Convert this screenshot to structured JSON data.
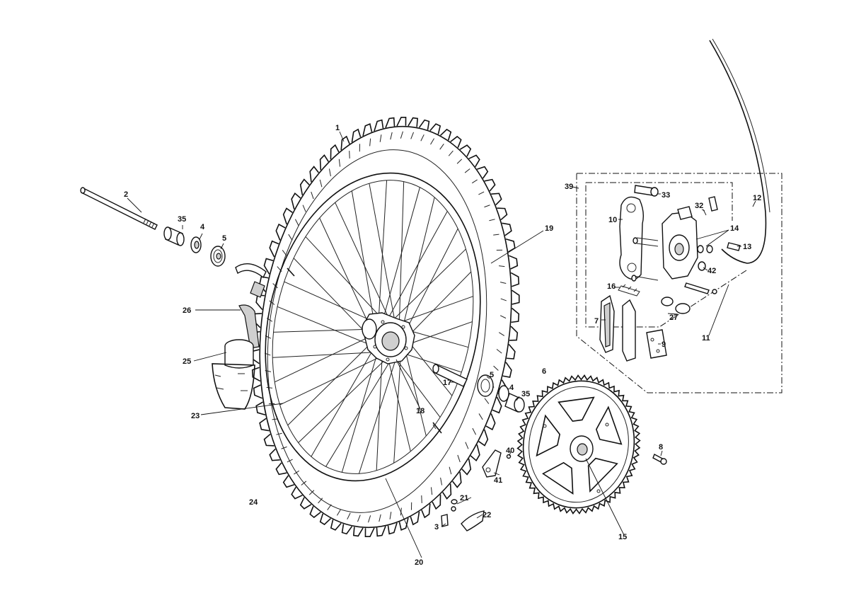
{
  "labels": {
    "l1": "1",
    "l2": "2",
    "l3": "3",
    "l4a": "4",
    "l4b": "4",
    "l5a": "5",
    "l5b": "5",
    "l6": "6",
    "l7": "7",
    "l8": "8",
    "l9": "9",
    "l10": "10",
    "l11": "11",
    "l12": "12",
    "l13": "13",
    "l14": "14",
    "l15": "15",
    "l16": "16",
    "l17": "17",
    "l18": "18",
    "l19": "19",
    "l20": "20",
    "l21": "21",
    "l22": "22",
    "l23": "23",
    "l24": "24",
    "l25": "25",
    "l26": "26",
    "l27": "27",
    "l32": "32",
    "l33": "33",
    "l35a": "35",
    "l35b": "35",
    "l39": "39",
    "l40": "40",
    "l41": "41",
    "l42": "42"
  },
  "wheel": {
    "spoke_count": 36,
    "tread_block_count": 70
  },
  "disc": {
    "wave_count": 60,
    "window_count": 5
  }
}
